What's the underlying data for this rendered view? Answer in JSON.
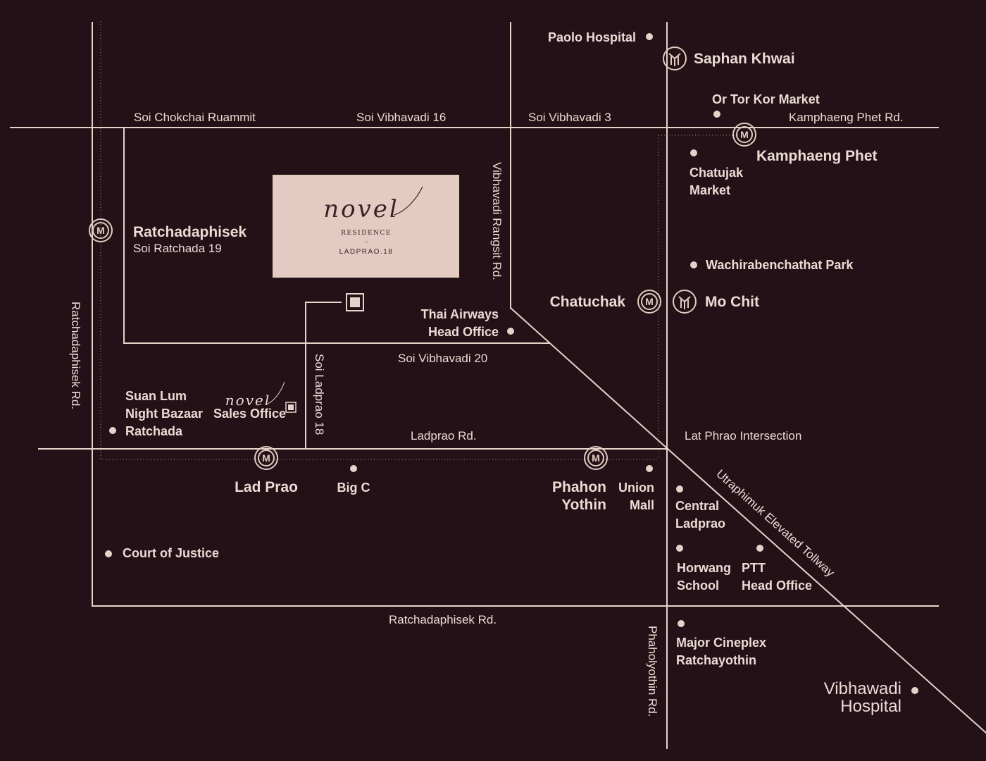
{
  "colors": {
    "background": "#241117",
    "line": "#e6d2ca",
    "badge": "#e3cbc1",
    "text": "#eadbd5"
  },
  "roads": {
    "soi_chokchai": "Soi Chokchai Ruammit",
    "soi_vibhavadi_16": "Soi Vibhavadi 16",
    "soi_vibhavadi_3": "Soi Vibhavadi 3",
    "kamphaeng_phet_rd": "Kamphaeng Phet Rd.",
    "vibhavadi_rangsit_rd": "Vibhavadi Rangsit Rd.",
    "soi_vibhavadi_20": "Soi Vibhavadi 20",
    "soi_ladprao_18": "Soi Ladprao 18",
    "ladprao_rd": "Ladprao Rd.",
    "lat_phrao_intersection": "Lat Phrao Intersection",
    "utraphimuk_tollway": "Utraphimuk Elevated Tollway",
    "ratchadaphisek_rd_vertical": "Ratchadaphisek Rd.",
    "ratchadaphisek_rd_horizontal": "Ratchadaphisek Rd.",
    "phaholyothin_rd": "Phaholyothin Rd."
  },
  "stations": {
    "saphan_khwai": "Saphan Khwai",
    "kamphaeng_phet": "Kamphaeng Phet",
    "ratchadaphisek": "Ratchadaphisek",
    "ratchadaphisek_sub": "Soi Ratchada 19",
    "chatuchak": "Chatuchak",
    "mo_chit": "Mo Chit",
    "lad_prao": "Lad Prao",
    "phahon_yothin_1": "Phahon",
    "phahon_yothin_2": "Yothin",
    "mrt_glyph": "M",
    "bts_icon": "bts-icon"
  },
  "places": {
    "paolo_hospital": "Paolo Hospital",
    "or_tor_kor": "Or Tor Kor Market",
    "chatujak_1": "Chatujak",
    "chatujak_2": "Market",
    "wachirabenchathat": "Wachirabenchathat Park",
    "thai_airways_1": "Thai Airways",
    "thai_airways_2": "Head Office",
    "suan_lum_1": "Suan Lum",
    "suan_lum_2": "Night Bazaar",
    "suan_lum_3": "Ratchada",
    "sales_office": "Sales Office",
    "big_c": "Big C",
    "union_mall_1": "Union",
    "union_mall_2": "Mall",
    "central_1": "Central",
    "central_2": "Ladprao",
    "horwang_1": "Horwang",
    "horwang_2": "School",
    "ptt_1": "PTT",
    "ptt_2": "Head Office",
    "court_of_justice": "Court of Justice",
    "major_1": "Major Cineplex",
    "major_2": "Ratchayothin",
    "vibhawadi_1": "Vibhawadi",
    "vibhawadi_2": "Hospital"
  },
  "brand": {
    "script": "novel",
    "residence": "RESIDENCE",
    "dash": "–",
    "project": "LADPRAO.18"
  }
}
